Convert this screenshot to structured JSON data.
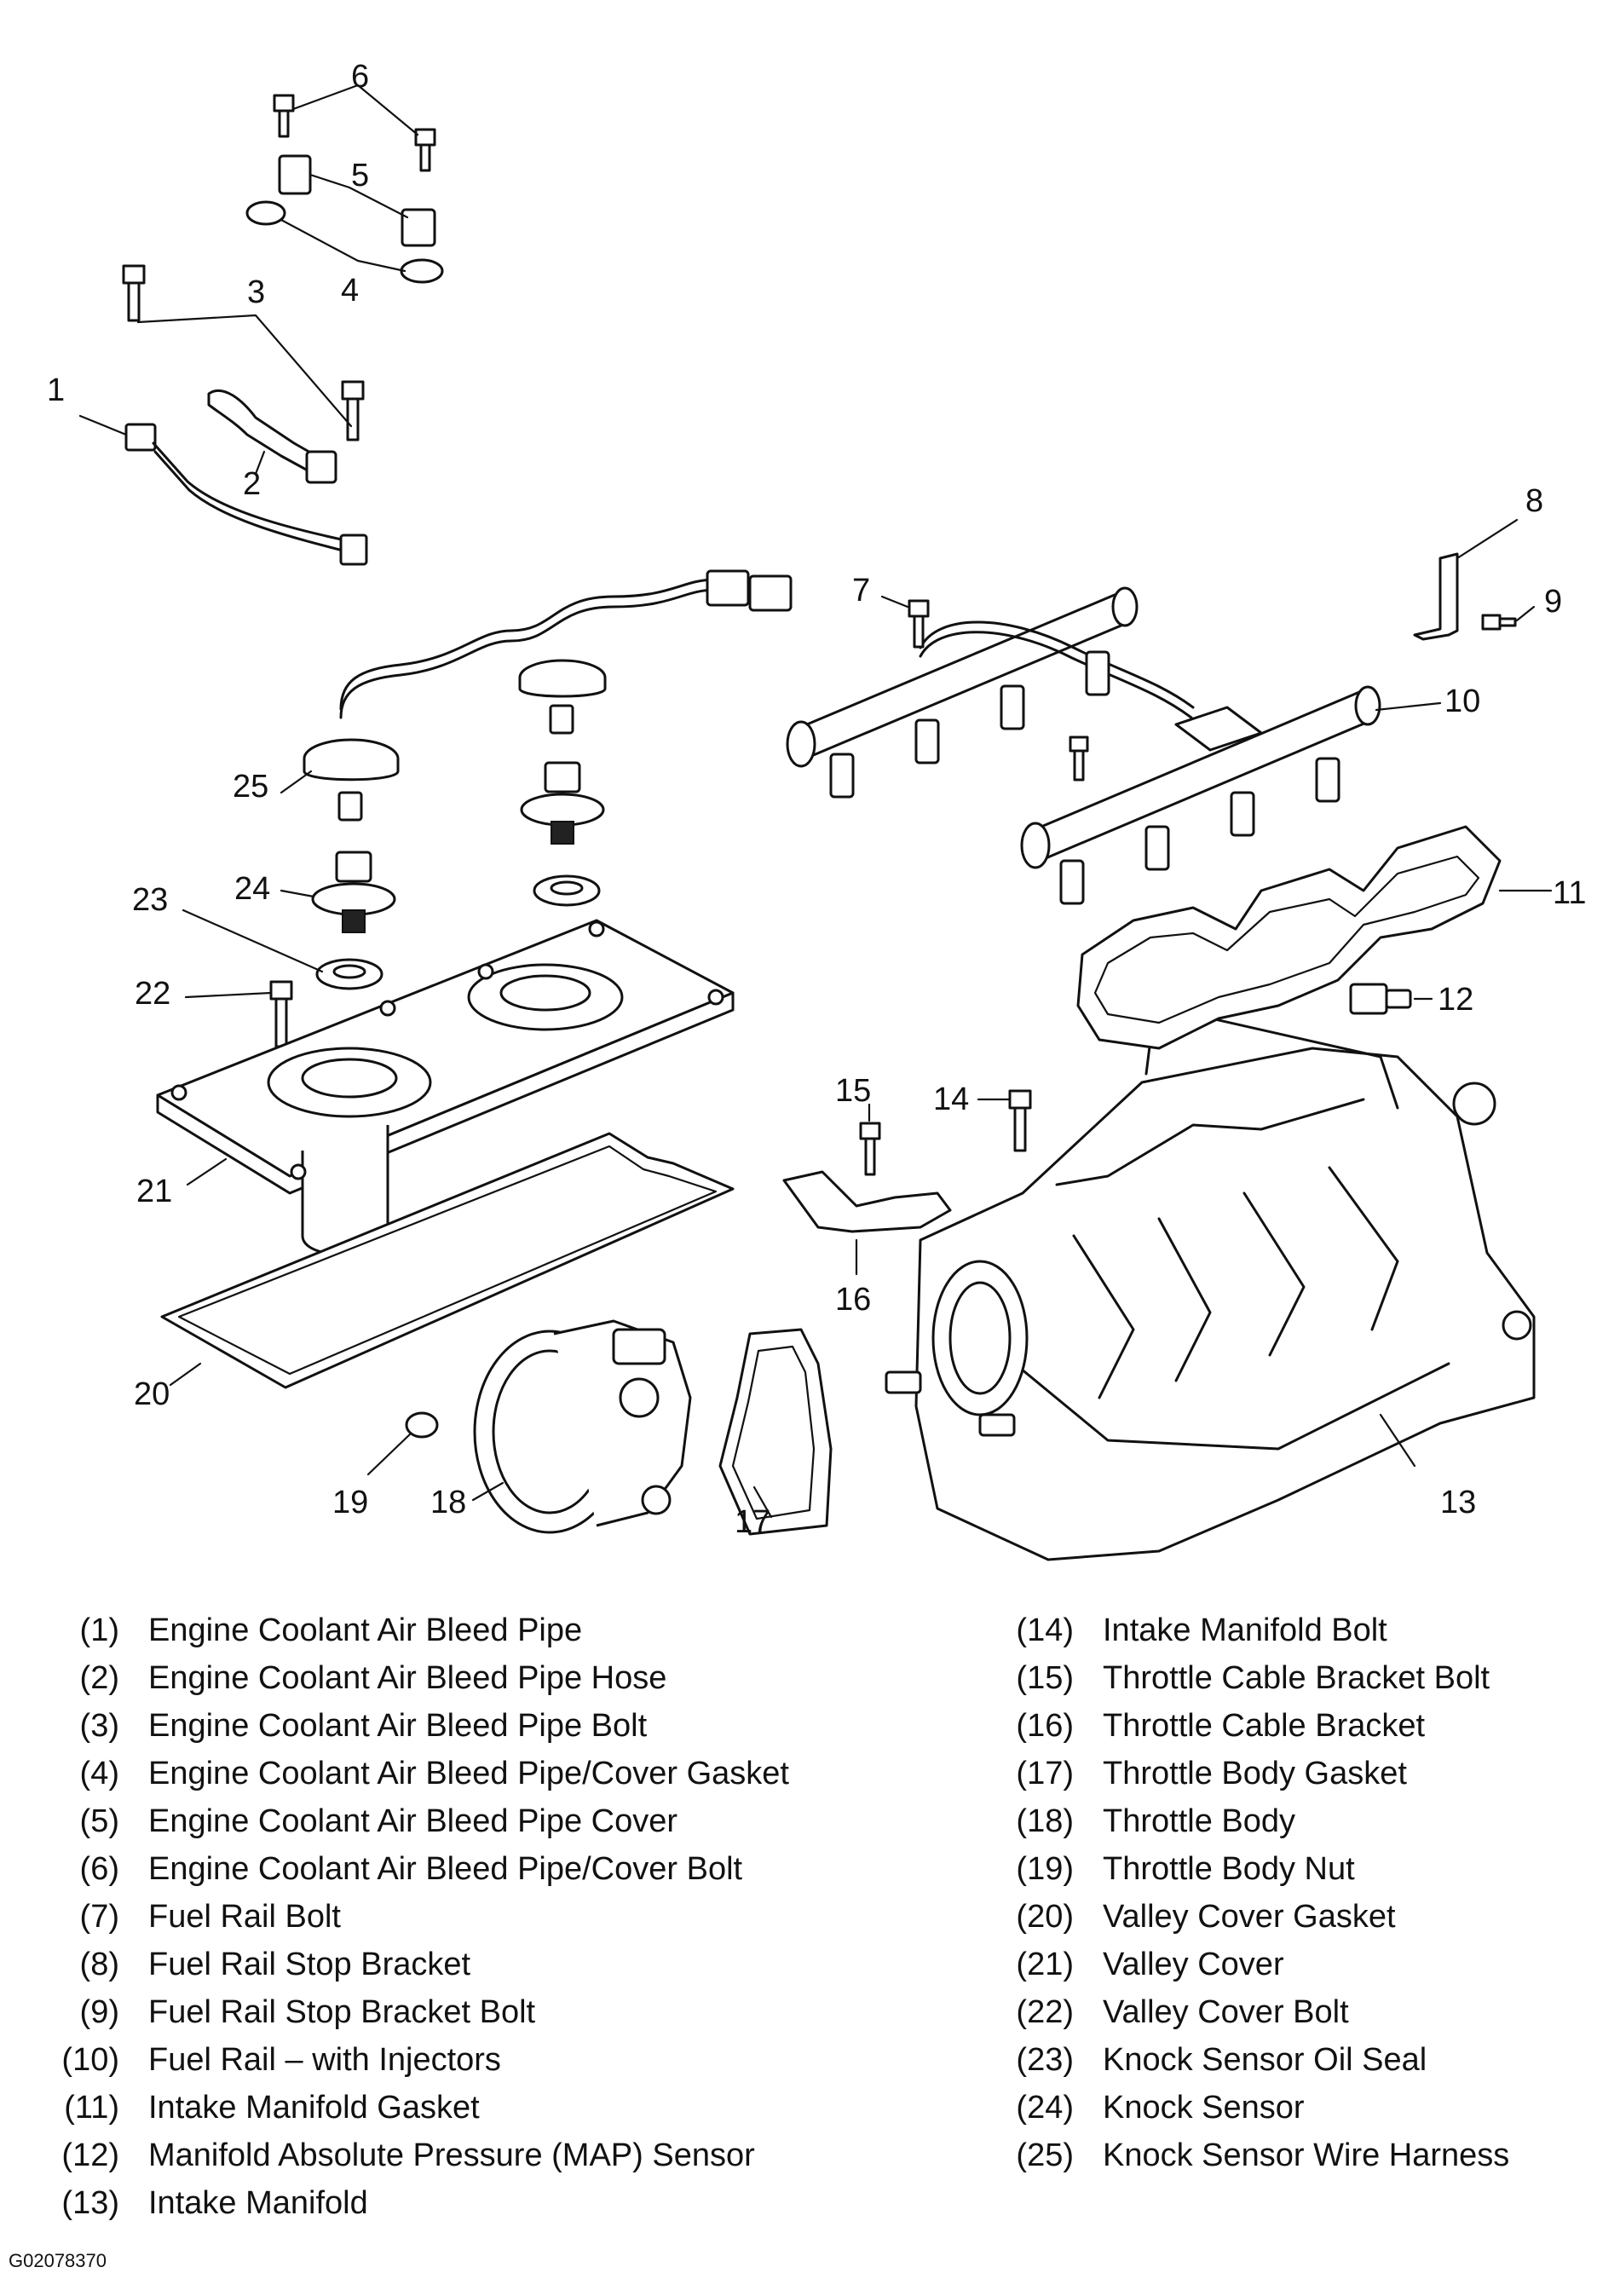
{
  "callouts": [
    "1",
    "2",
    "3",
    "4",
    "5",
    "6",
    "7",
    "8",
    "9",
    "10",
    "11",
    "12",
    "13",
    "14",
    "15",
    "16",
    "17",
    "18",
    "19",
    "20",
    "21",
    "22",
    "23",
    "24",
    "25"
  ],
  "legend": {
    "left": [
      {
        "num": "(1)",
        "label": "Engine Coolant Air Bleed Pipe"
      },
      {
        "num": "(2)",
        "label": "Engine Coolant Air Bleed Pipe Hose"
      },
      {
        "num": "(3)",
        "label": "Engine Coolant Air Bleed Pipe Bolt"
      },
      {
        "num": "(4)",
        "label": "Engine Coolant Air Bleed Pipe/Cover Gasket"
      },
      {
        "num": "(5)",
        "label": "Engine Coolant Air Bleed Pipe Cover"
      },
      {
        "num": "(6)",
        "label": "Engine Coolant Air Bleed Pipe/Cover Bolt"
      },
      {
        "num": "(7)",
        "label": "Fuel Rail Bolt"
      },
      {
        "num": "(8)",
        "label": "Fuel Rail Stop Bracket"
      },
      {
        "num": "(9)",
        "label": "Fuel Rail Stop Bracket Bolt"
      },
      {
        "num": "(10)",
        "label": "Fuel Rail – with Injectors"
      },
      {
        "num": "(11)",
        "label": "Intake Manifold Gasket"
      },
      {
        "num": "(12)",
        "label": "Manifold Absolute Pressure (MAP) Sensor"
      },
      {
        "num": "(13)",
        "label": "Intake Manifold"
      }
    ],
    "right": [
      {
        "num": "(14)",
        "label": "Intake Manifold Bolt"
      },
      {
        "num": "(15)",
        "label": "Throttle Cable Bracket Bolt"
      },
      {
        "num": "(16)",
        "label": "Throttle Cable Bracket"
      },
      {
        "num": "(17)",
        "label": "Throttle Body Gasket"
      },
      {
        "num": "(18)",
        "label": "Throttle Body"
      },
      {
        "num": "(19)",
        "label": "Throttle Body Nut"
      },
      {
        "num": "(20)",
        "label": "Valley Cover Gasket"
      },
      {
        "num": "(21)",
        "label": "Valley Cover"
      },
      {
        "num": "(22)",
        "label": "Valley Cover Bolt"
      },
      {
        "num": "(23)",
        "label": "Knock Sensor Oil Seal"
      },
      {
        "num": "(24)",
        "label": "Knock Sensor"
      },
      {
        "num": "(25)",
        "label": "Knock Sensor Wire Harness"
      }
    ]
  },
  "figure_id": "G02078370"
}
